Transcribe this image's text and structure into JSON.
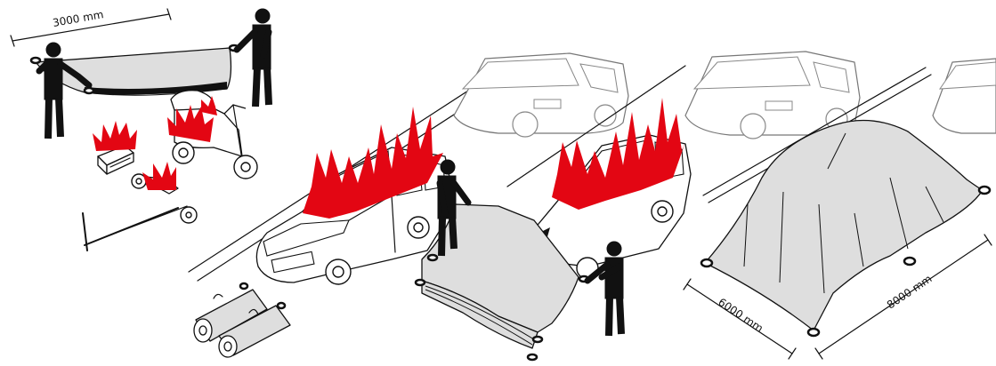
{
  "dimensions": {
    "width_label": "3000 mm",
    "short_side_label": "6000 mm",
    "long_side_label": "8000 mm"
  },
  "colors": {
    "flame": "#e30613",
    "blanket": "#dedede",
    "outline": "#111111",
    "background_car": "#777777"
  },
  "icons": [
    "person-icon",
    "flame-icon",
    "car-icon",
    "scooter-icon",
    "kick-scooter-icon",
    "battery-icon",
    "rolled-blanket-icon",
    "arrow-icon"
  ]
}
